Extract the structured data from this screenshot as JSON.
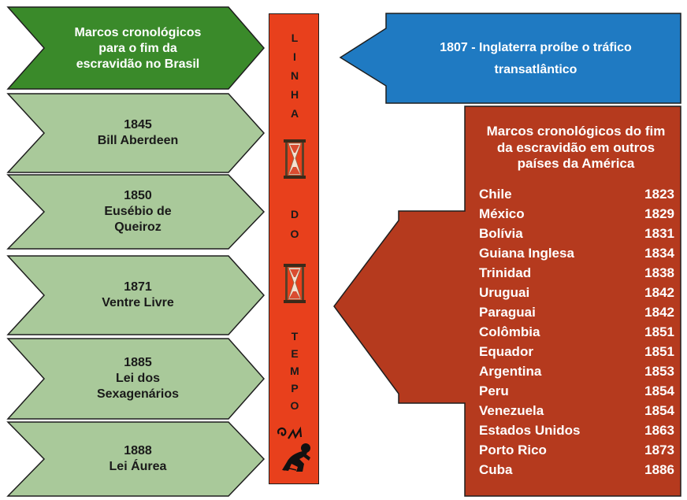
{
  "timeline": {
    "letters": [
      "L",
      "I",
      "N",
      "H",
      "A",
      "D",
      "O",
      "T",
      "E",
      "M",
      "P",
      "O"
    ]
  },
  "left_chevrons": {
    "header": {
      "lines": [
        "Marcos cronológicos",
        "para o fim da",
        "escravidão no Brasil"
      ],
      "color": "#3a8a2a"
    },
    "items": [
      {
        "lines": [
          "1845",
          "Bill Aberdeen"
        ]
      },
      {
        "lines": [
          "1850",
          "Eusébio de",
          "Queiroz"
        ]
      },
      {
        "lines": [
          "1871",
          "Ventre Livre"
        ]
      },
      {
        "lines": [
          "1885",
          "Lei dos",
          "Sexagenários"
        ]
      },
      {
        "lines": [
          "1888",
          "Lei Áurea"
        ]
      }
    ],
    "item_color": "#a9c99a"
  },
  "blue_arrow": {
    "lines": [
      "1807 - Inglaterra proíbe o tráfico",
      "transatlântico"
    ],
    "color": "#1f7ac2"
  },
  "red_arrow": {
    "title_lines": [
      "Marcos cronológicos do fim",
      "da escravidão em outros",
      "países da América"
    ],
    "color": "#b53a1e",
    "countries": [
      {
        "name": "Chile",
        "year": "1823"
      },
      {
        "name": "México",
        "year": "1829"
      },
      {
        "name": "Bolívia",
        "year": "1831"
      },
      {
        "name": "Guiana Inglesa",
        "year": "1834"
      },
      {
        "name": "Trinidad",
        "year": "1838"
      },
      {
        "name": "Uruguai",
        "year": "1842"
      },
      {
        "name": "Paraguai",
        "year": "1842"
      },
      {
        "name": "Colômbia",
        "year": "1851"
      },
      {
        "name": "Equador",
        "year": "1851"
      },
      {
        "name": "Argentina",
        "year": "1853"
      },
      {
        "name": "Peru",
        "year": "1854"
      },
      {
        "name": "Venezuela",
        "year": "1854"
      },
      {
        "name": "Estados Unidos",
        "year": "1863"
      },
      {
        "name": "Porto Rico",
        "year": "1873"
      },
      {
        "name": "Cuba",
        "year": "1886"
      }
    ]
  },
  "icons": [
    "hourglass-icon",
    "hourglass-icon",
    "kneeling-slave-figure-icon"
  ]
}
